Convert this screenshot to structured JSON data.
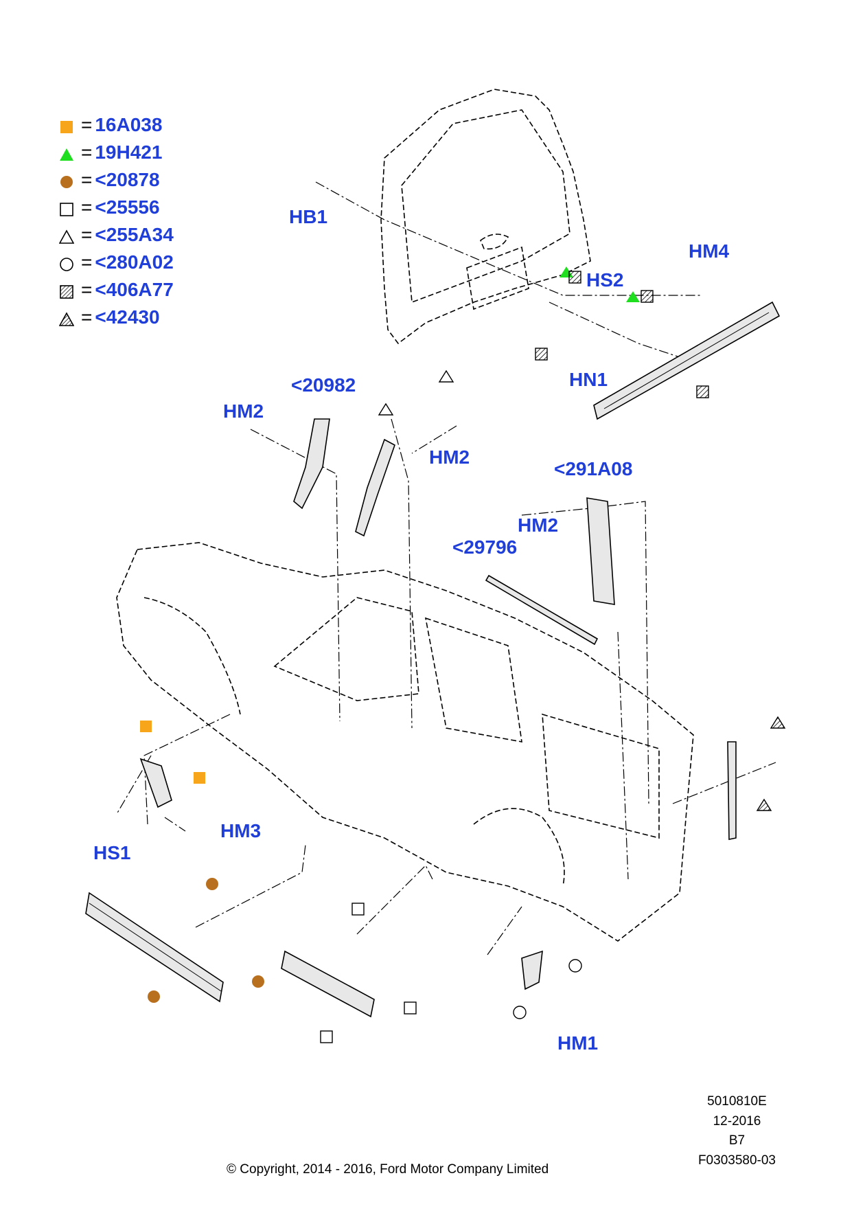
{
  "legend": [
    {
      "symbol": "filled-orange-square",
      "eq": "=",
      "code": "16A038"
    },
    {
      "symbol": "filled-green-triangle",
      "eq": "=",
      "code": "19H421"
    },
    {
      "symbol": "filled-brown-circle",
      "eq": "=",
      "code": "<20878"
    },
    {
      "symbol": "open-square",
      "eq": "=",
      "code": "<25556"
    },
    {
      "symbol": "open-triangle",
      "eq": "=",
      "code": "<255A34"
    },
    {
      "symbol": "open-circle",
      "eq": "=",
      "code": "<280A02"
    },
    {
      "symbol": "hatched-square",
      "eq": "=",
      "code": "<406A77"
    },
    {
      "symbol": "hatched-triangle",
      "eq": "=",
      "code": "<42430"
    }
  ],
  "callouts": {
    "hb1": "HB1",
    "hm4": "HM4",
    "hs2": "HS2",
    "hn1": "HN1",
    "p20982": "<20982",
    "hm2_a": "HM2",
    "hm2_b": "HM2",
    "hm2_c": "HM2",
    "p291a08": "<291A08",
    "p29796": "<29796",
    "hm3": "HM3",
    "hs1": "HS1",
    "hm1": "HM1"
  },
  "meta": {
    "code": "5010810E",
    "date": "12-2016",
    "rev": "B7",
    "figure": "F0303580-03"
  },
  "copyright": "© Copyright, 2014 - 2016, Ford Motor Company Limited",
  "colors": {
    "orange": "#f7a51a",
    "green": "#1fdd1f",
    "brown": "#b8701e",
    "label_blue": "#1f3fd8"
  }
}
